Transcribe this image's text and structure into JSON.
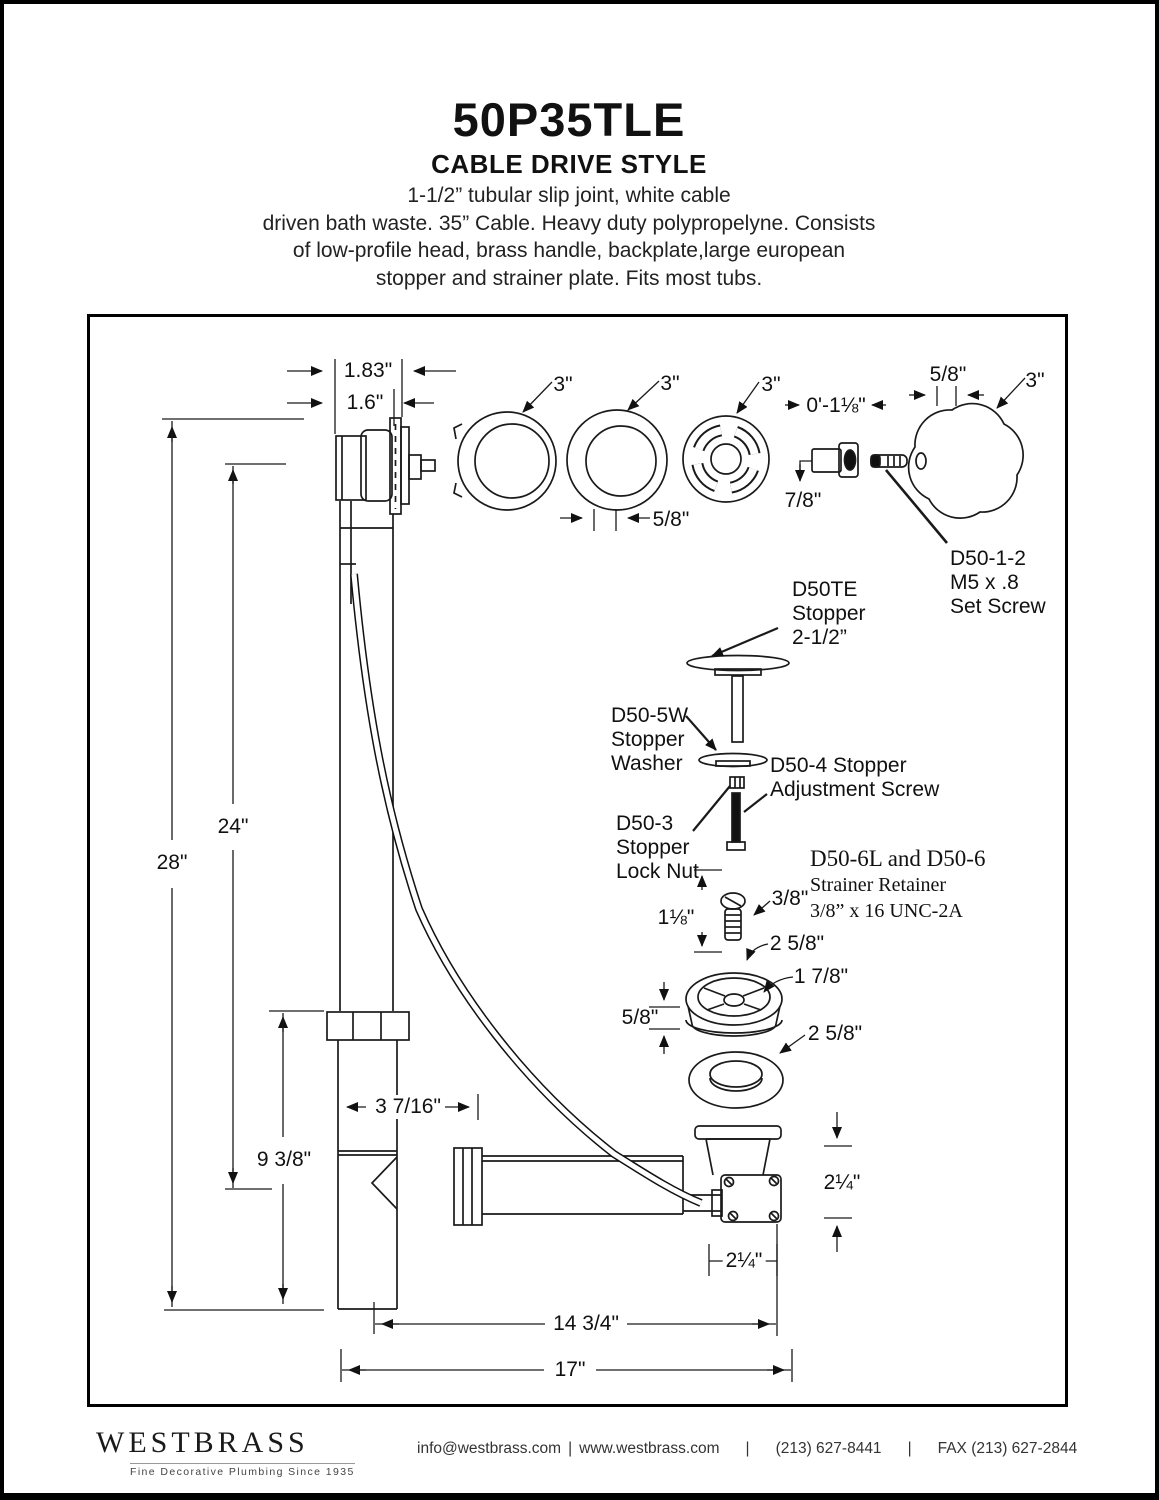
{
  "page": {
    "title": "50P35TLE",
    "subtitle": "CABLE DRIVE STYLE",
    "description": [
      "1-1/2” tubular slip joint, white cable",
      "driven bath waste. 35” Cable. Heavy duty polypropelyne. Consists",
      "of low-profile head, brass handle, backplate,large european",
      "stopper and strainer plate. Fits most tubs."
    ]
  },
  "diagram": {
    "dims": {
      "d183": "1.83\"",
      "d16": "1.6\"",
      "d3a": "3\"",
      "d3b": "3\"",
      "d3c": "3\"",
      "d58rings": "5/8\"",
      "d0118": "0'-1⅛\"",
      "d78": "7/8\"",
      "d58knob": "5/8\"",
      "d3knob": "3\"",
      "d38": "3/8\"",
      "d118": "1⅛\"",
      "d258a": "2 5/8\"",
      "d178": "1 7/8\"",
      "d58flange": "5/8\"",
      "d258b": "2 5/8\"",
      "d28": "28\"",
      "d24": "24\"",
      "d938": "9 3/8\"",
      "d3716": "3 7/16\"",
      "d1434": "14  3/4\"",
      "d17": "17\"",
      "d214v": "2¼\"",
      "d214h": "2¼\""
    },
    "parts": {
      "set_screw": [
        "D50-1-2",
        "M5 x .8",
        "Set Screw"
      ],
      "stopper": [
        "D50TE",
        "Stopper",
        "2-1/2”"
      ],
      "washer": [
        "D50-5W",
        "Stopper",
        "Washer"
      ],
      "adj_screw": [
        "D50-4 Stopper",
        "Adjustment Screw"
      ],
      "lock_nut": [
        "D50-3",
        "Stopper",
        "Lock Nut"
      ],
      "retainer": [
        "D50-6L and D50-6",
        "Strainer Retainer",
        "3/8” x 16 UNC-2A"
      ]
    }
  },
  "footer": {
    "brand": "WESTBRASS",
    "tagline": "Fine Decorative Plumbing Since 1935",
    "contact": {
      "email": "info@westbrass.com",
      "sep": "|",
      "web": "www.westbrass.com",
      "phone": "(213) 627-8441",
      "fax": "FAX (213) 627-2844"
    }
  }
}
